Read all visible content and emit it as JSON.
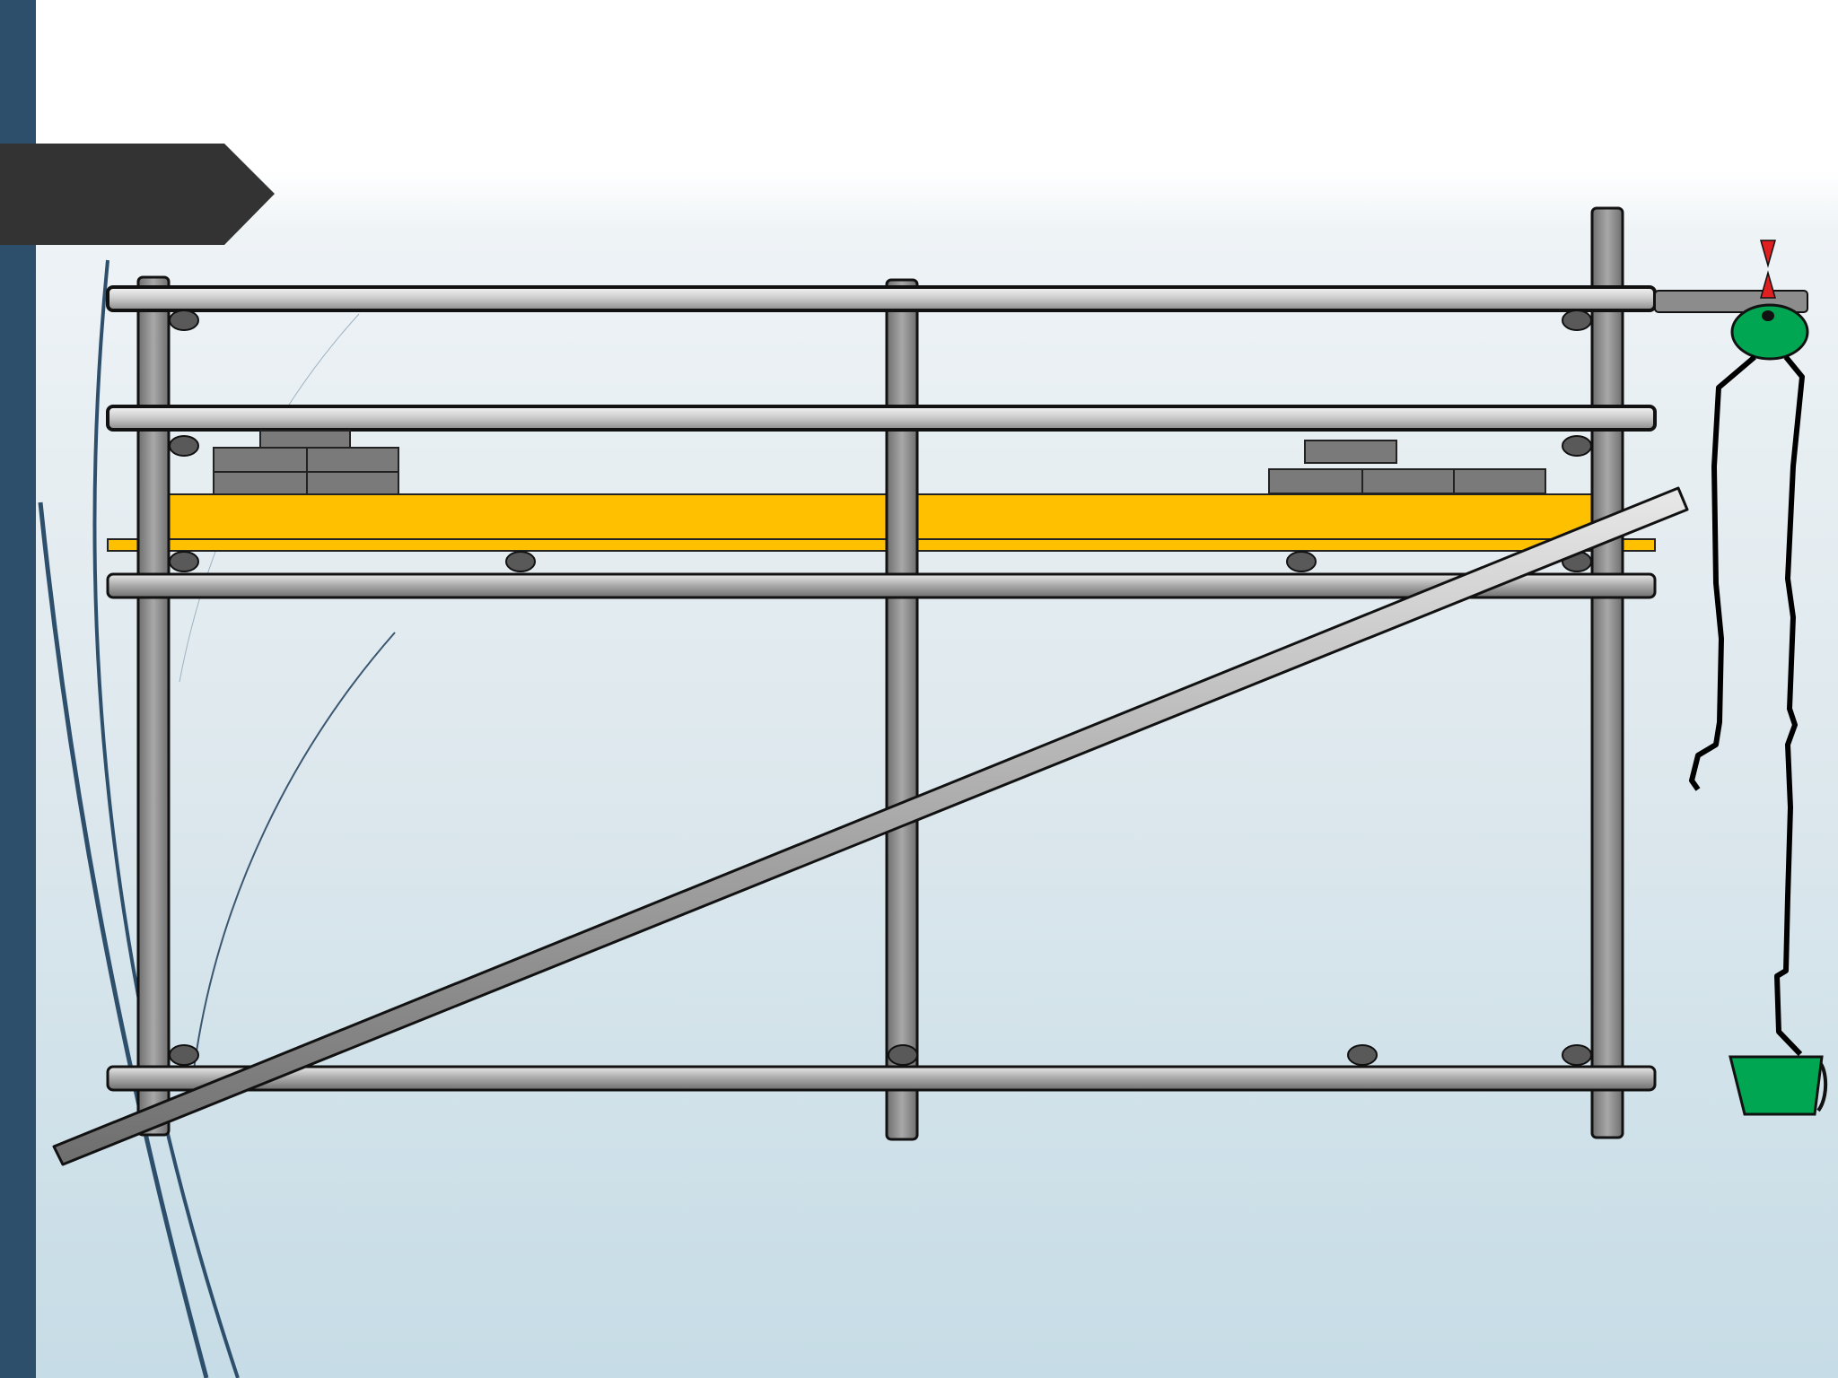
{
  "slide": {
    "title": "",
    "colors": {
      "left_bar": "#2e4f6b",
      "banner": "#333333",
      "tube_fill": "#b5b5b5",
      "tube_outline": "#000000",
      "plank": "#ffc000",
      "brick": "#7a7a7a",
      "coupler": "#595959",
      "pulley": "#00a651",
      "bucket": "#00a651",
      "hook": "#e02020",
      "rope": "#000000"
    }
  },
  "diagram": {
    "subject": "scaffold-with-pulley-and-bucket",
    "icons": [
      "scaffold-tube",
      "putlog-coupler",
      "brick",
      "pulley-wheel",
      "hook-icon",
      "rope",
      "bucket-icon",
      "wall-plank"
    ]
  }
}
